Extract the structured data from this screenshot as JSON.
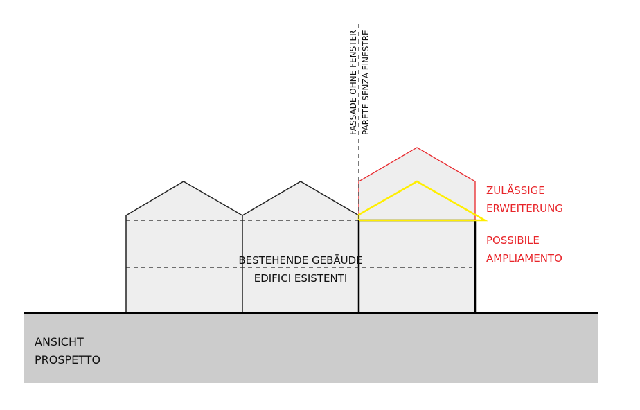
{
  "facade_label": {
    "line1": "FASSADE OHNE FENSTER",
    "line2": "PARETE SENZA FINESTRE"
  },
  "existing_label": {
    "line1": "BESTEHENDE GEBÄUDE",
    "line2": "EDIFICI ESISTENTI"
  },
  "extension_label_de": {
    "line1": "ZULÄSSIGE",
    "line2": "ERWEITERUNG"
  },
  "extension_label_it": {
    "line1": "POSSIBILE",
    "line2": "AMPLIAMENTO"
  },
  "view_label": {
    "line1": "ANSICHT",
    "line2": "PROSPETTO"
  },
  "colors": {
    "extension": "#e8252a",
    "possible_roof": "#ffee00",
    "building_fill": "#eeeeee",
    "ground": "#cccccc"
  }
}
